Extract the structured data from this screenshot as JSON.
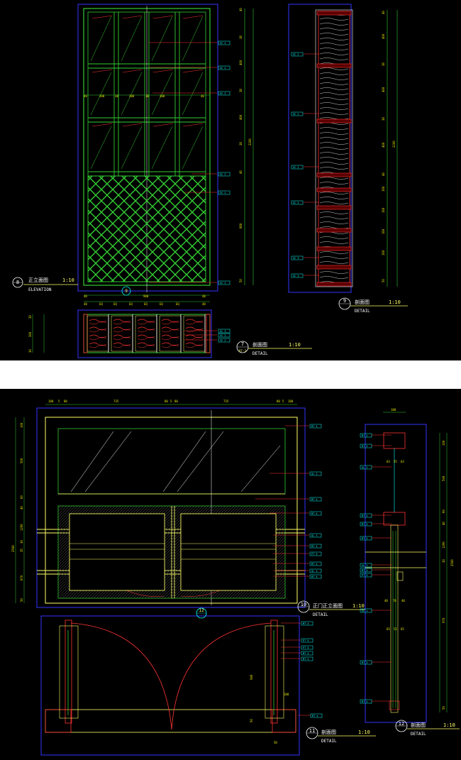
{
  "views": {
    "v8": {
      "num": "8",
      "title": "正立面图",
      "subtitle": "ELEVATION",
      "scale": "1:10"
    },
    "v9": {
      "num": "9",
      "title": "剖面图",
      "subtitle": "DETAIL",
      "scale": "1:10"
    },
    "v7": {
      "num": "7",
      "sheet": "FF-2",
      "title": "剖面图",
      "subtitle": "DETAIL",
      "scale": "1:10"
    },
    "v10": {
      "num": "10",
      "title": "正门正立面图",
      "subtitle": "DETAIL",
      "scale": "1:10"
    },
    "v11": {
      "num": "11",
      "title": "剖面图",
      "subtitle": "DETAIL",
      "scale": "1:10"
    },
    "v12": {
      "num": "12",
      "title": "剖面图",
      "subtitle": "DETAIL",
      "scale": "1:10"
    }
  },
  "marks": {
    "m9": "9",
    "m12": "12"
  },
  "dims": {
    "el_right": [
      "40",
      "38",
      "400",
      "38",
      "400",
      "38",
      "2200",
      "40",
      "880",
      "50"
    ],
    "el_row": [
      "40",
      "208",
      "38",
      "208",
      "38",
      "208",
      "40"
    ],
    "el_bottom": [
      "40",
      "900",
      "40"
    ],
    "el_bottom2": [
      "40",
      "EQ",
      "EQ",
      "EQ",
      "EQ",
      "EQ",
      "EQ",
      "40"
    ],
    "plan_left": [
      "30",
      "300",
      "30"
    ],
    "sec9_right": [
      "40",
      "400",
      "38",
      "400",
      "38",
      "400",
      "2200",
      "40",
      "160",
      "160",
      "160",
      "160",
      "50"
    ],
    "door_top": [
      "100",
      "5",
      "80",
      "735",
      "80",
      "5",
      "80",
      "735",
      "80",
      "5",
      "100"
    ],
    "door_left": [
      "100",
      "500",
      "60",
      "40",
      "1290",
      "30",
      "2500",
      "35",
      "870",
      "50"
    ],
    "sec12_top": [
      "180"
    ],
    "sec12_mid": [
      "63",
      "55",
      "63",
      "40",
      "70",
      "40",
      "65",
      "55",
      "65"
    ],
    "sec12_right": [
      "100",
      "500",
      "60",
      "40",
      "1290",
      "30",
      "2500",
      "970",
      "50"
    ],
    "sec11": [
      "100",
      "50",
      "940",
      "50"
    ]
  },
  "tags": {
    "elevation": [
      "SC 2",
      "SC 2",
      "SC 2",
      "SC 2",
      "SC 2",
      "SC 2"
    ],
    "section9": [
      "SC 2",
      "SC 2",
      "SC 2",
      "SC 2",
      "SC 3",
      "SC 3"
    ],
    "plan7": [
      "SC 3",
      "SC 2",
      "SC 2"
    ],
    "door": [
      "MT 4",
      "GL 1",
      "MT 4",
      "MT 4",
      "GL 1",
      "MT 4",
      "PT 5",
      "MT 4",
      "GL 1",
      "MT 4"
    ],
    "section11": [
      "MT 4",
      "PT 5",
      "PT 5",
      "MT 4",
      "MT 4",
      "MT 4"
    ],
    "section12": [
      "MT 4",
      "MT 4",
      "GL 1",
      "MT 4",
      "MT 4",
      "MT 4",
      "GL 1",
      "MT 4",
      "PT 5",
      "GL 1",
      "MT 4",
      "MT 4"
    ]
  },
  "colors": {
    "green": "#33cc33",
    "yellow": "#e6e600",
    "red": "#ff3333",
    "cyan": "#00ffff",
    "blue": "#3333ff",
    "white": "#ffffff",
    "magenta": "#ff33ff"
  }
}
